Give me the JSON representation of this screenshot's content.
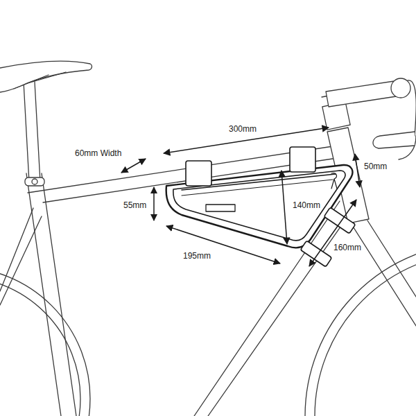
{
  "diagram": {
    "labels": [
      "300mm",
      "60mm Width",
      "50mm",
      "55mm",
      "140mm",
      "160mm",
      "195mm"
    ]
  }
}
